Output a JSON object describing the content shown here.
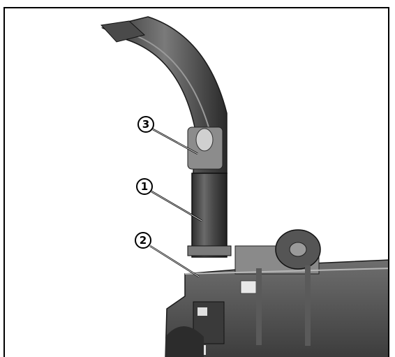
{
  "figure": {
    "callouts": [
      {
        "number": "3"
      },
      {
        "number": "1"
      },
      {
        "number": "2"
      }
    ]
  },
  "colors": {
    "machine_dark": "#3a3a3a",
    "machine_mid": "#5c5c5c",
    "machine_light": "#8a8a8a",
    "highlight": "#d8d8d8",
    "outline": "#000000"
  }
}
